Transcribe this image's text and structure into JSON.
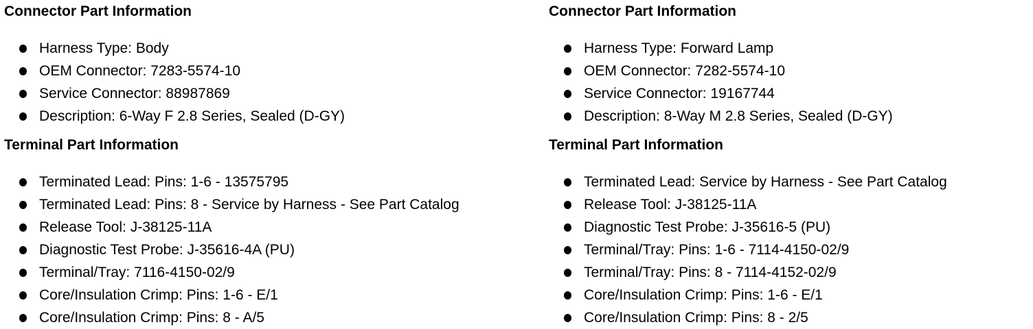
{
  "colors": {
    "text": "#000000",
    "background": "#ffffff"
  },
  "columns": [
    {
      "name": "left",
      "sections": [
        {
          "heading": "Connector Part Information",
          "items": [
            "Harness Type: Body",
            "OEM Connector: 7283-5574-10",
            "Service Connector: 88987869",
            "Description: 6-Way F 2.8 Series, Sealed (D-GY)"
          ]
        },
        {
          "heading": "Terminal Part Information",
          "items": [
            "Terminated Lead: Pins: 1-6 - 13575795",
            "Terminated Lead: Pins: 8 - Service by Harness - See Part Catalog",
            "Release Tool: J-38125-11A",
            "Diagnostic Test Probe: J-35616-4A (PU)",
            "Terminal/Tray: 7116-4150-02/9",
            "Core/Insulation Crimp: Pins: 1-6 - E/1",
            "Core/Insulation Crimp: Pins: 8 - A/5"
          ]
        }
      ]
    },
    {
      "name": "right",
      "sections": [
        {
          "heading": "Connector Part Information",
          "items": [
            "Harness Type: Forward Lamp",
            "OEM Connector: 7282-5574-10",
            "Service Connector: 19167744",
            "Description: 8-Way M 2.8 Series, Sealed (D-GY)"
          ]
        },
        {
          "heading": "Terminal Part Information",
          "items": [
            "Terminated Lead: Service by Harness - See Part Catalog",
            "Release Tool: J-38125-11A",
            "Diagnostic Test Probe: J-35616-5 (PU)",
            "Terminal/Tray: Pins: 1-6 - 7114-4150-02/9",
            "Terminal/Tray: Pins: 8 - 7114-4152-02/9",
            "Core/Insulation Crimp: Pins: 1-6 - E/1",
            "Core/Insulation Crimp: Pins: 8 - 2/5"
          ]
        }
      ]
    }
  ]
}
